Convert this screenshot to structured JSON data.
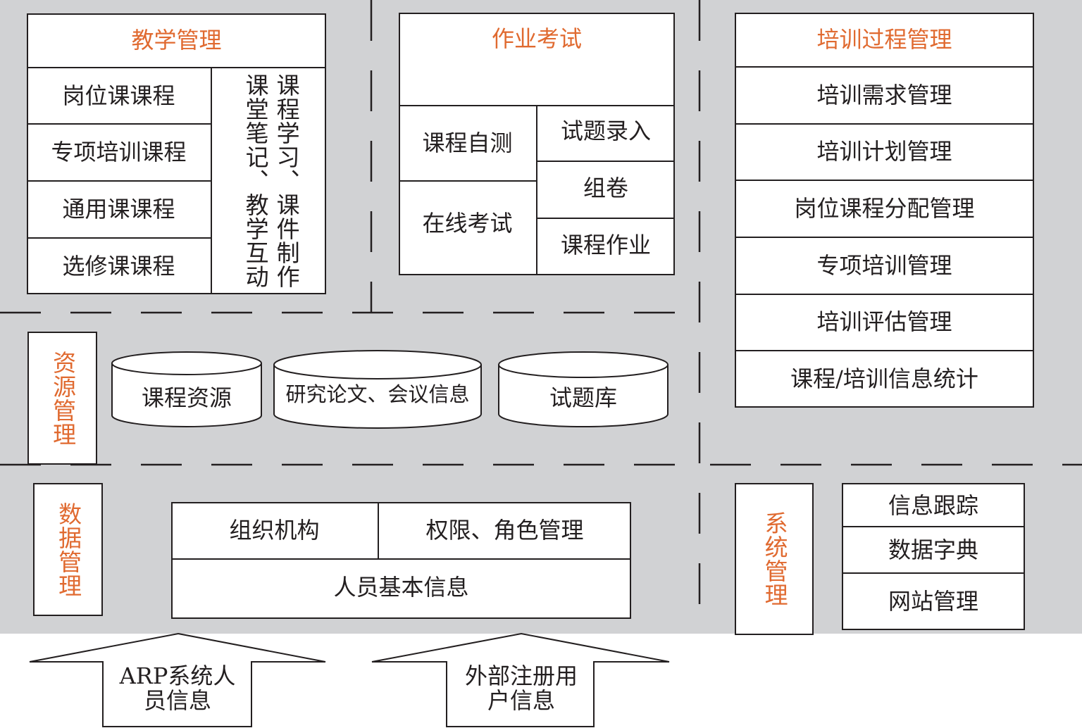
{
  "teaching": {
    "title": "教学管理",
    "courses": [
      "岗位课课程",
      "专项培训课程",
      "通用课课程",
      "选修课课程"
    ],
    "side_col1": "课程学习、课件制作",
    "side_col2": "课堂笔记、教学互动"
  },
  "homework": {
    "title": "作业考试",
    "self_test": "课程自测",
    "online_exam": "在线考试",
    "items": [
      "试题录入",
      "组卷",
      "课程作业"
    ]
  },
  "training": {
    "title": "培训过程管理",
    "items": [
      "培训需求管理",
      "培训计划管理",
      "岗位课程分配管理",
      "专项培训管理",
      "培训评估管理",
      "课程/培训信息统计"
    ]
  },
  "resource": {
    "title": "资源管理",
    "stores": [
      "课程资源",
      "研究论文、会议信息",
      "试题库"
    ]
  },
  "data_mgmt": {
    "title": "数据管理",
    "org": "组织机构",
    "roles": "权限、角色管理",
    "people": "人员基本信息"
  },
  "system": {
    "title": "系统管理",
    "items": [
      "信息跟踪",
      "数据字典",
      "网站管理"
    ]
  },
  "inputs": {
    "arp": "ARP系统人员信息",
    "external": "外部注册用户信息"
  }
}
